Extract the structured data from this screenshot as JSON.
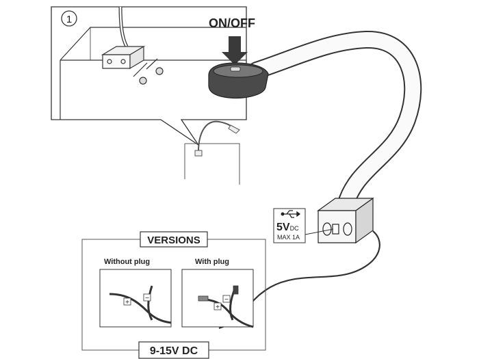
{
  "step_number": "1",
  "power_button_label": "ON/OFF",
  "usb_port": {
    "icon": "usb-icon",
    "voltage": "5V",
    "voltage_suffix": "DC",
    "current": "MAX 1A"
  },
  "versions": {
    "title": "VERSIONS",
    "without_plug": "Without plug",
    "with_plug": "With plug",
    "plus": "+",
    "minus": "−",
    "input_voltage": "9-15V DC"
  }
}
